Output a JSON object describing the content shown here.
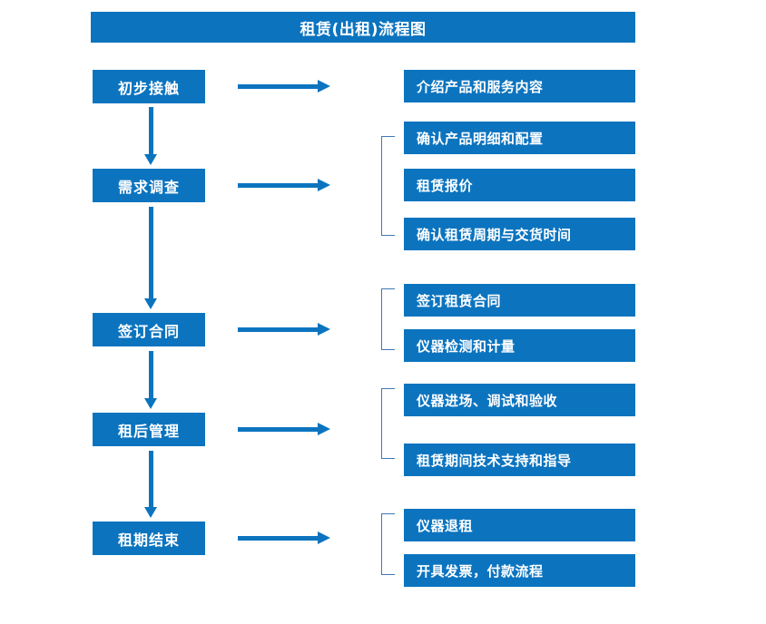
{
  "diagram": {
    "title": "租赁(出租)流程图",
    "colors": {
      "box_blue": "#0c74bf",
      "bracket_blue": "#3f79b5",
      "text_white": "#ffffff",
      "background": "#ffffff"
    },
    "stages": [
      {
        "label": "初步接触"
      },
      {
        "label": "需求调查"
      },
      {
        "label": "签订合同"
      },
      {
        "label": "租后管理"
      },
      {
        "label": "租期结束"
      }
    ],
    "details": [
      {
        "label": "介绍产品和服务内容"
      },
      {
        "label": "确认产品明细和配置"
      },
      {
        "label": "租赁报价"
      },
      {
        "label": "确认租赁周期与交货时间"
      },
      {
        "label": "签订租赁合同"
      },
      {
        "label": "仪器检测和计量"
      },
      {
        "label": "仪器进场、调试和验收"
      },
      {
        "label": "租赁期间技术支持和指导"
      },
      {
        "label": "仪器退租"
      },
      {
        "label": "开具发票，付款流程"
      }
    ],
    "groups": [
      {
        "stage": "需求调查",
        "items": [
          "确认产品明细和配置",
          "租赁报价",
          "确认租赁周期与交货时间"
        ]
      },
      {
        "stage": "签订合同",
        "items": [
          "签订租赁合同",
          "仪器检测和计量"
        ]
      },
      {
        "stage": "租后管理",
        "items": [
          "仪器进场、调试和验收",
          "租赁期间技术支持和指导"
        ]
      },
      {
        "stage": "租期结束",
        "items": [
          "仪器退租",
          "开具发票，付款流程"
        ]
      }
    ],
    "flow_order": [
      "初步接触",
      "需求调查",
      "签订合同",
      "租后管理",
      "租期结束"
    ]
  }
}
